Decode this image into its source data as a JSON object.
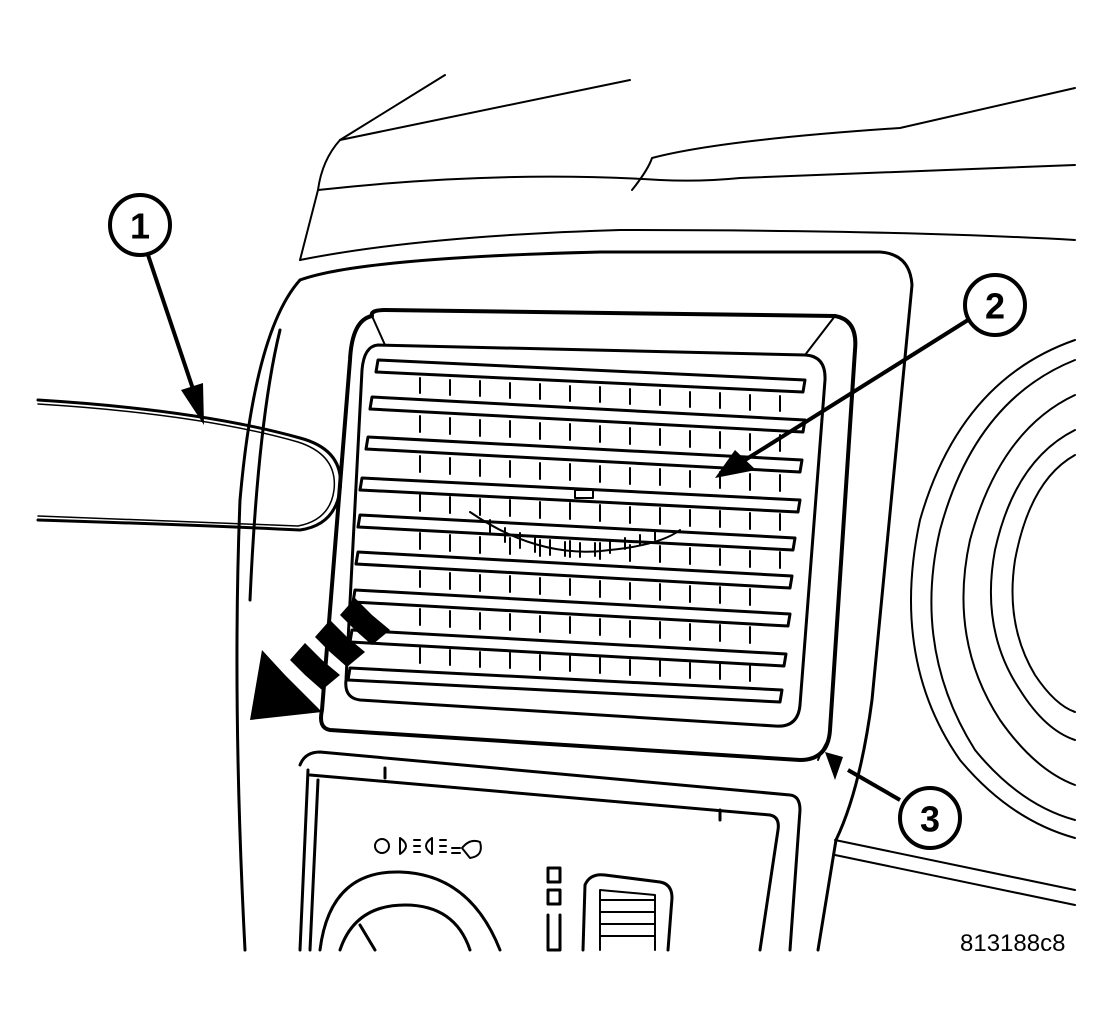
{
  "callouts": [
    {
      "id": "1",
      "label": "1"
    },
    {
      "id": "2",
      "label": "2"
    },
    {
      "id": "3",
      "label": "3"
    }
  ],
  "figure_id": "813188c8",
  "colors": {
    "ink": "#000000",
    "paper": "#ffffff"
  }
}
